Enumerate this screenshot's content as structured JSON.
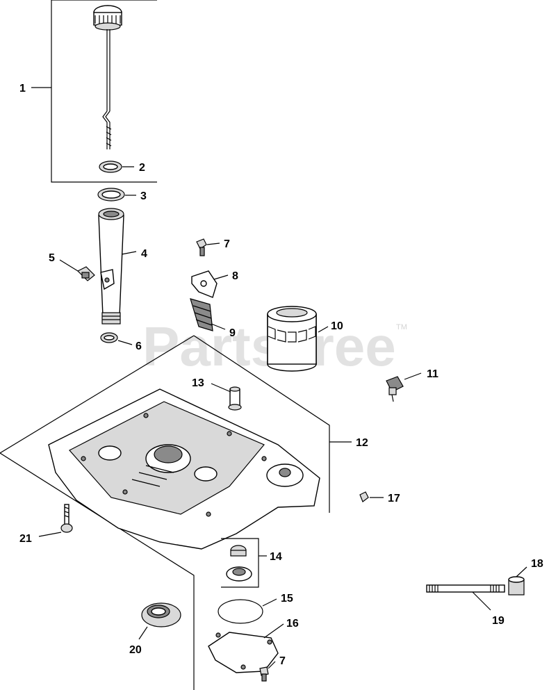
{
  "watermark": {
    "text": "PartsTree",
    "trademark": "TM"
  },
  "callouts": [
    {
      "id": "c1",
      "label": "1"
    },
    {
      "id": "c2",
      "label": "2"
    },
    {
      "id": "c3",
      "label": "3"
    },
    {
      "id": "c4",
      "label": "4"
    },
    {
      "id": "c5",
      "label": "5"
    },
    {
      "id": "c6",
      "label": "6"
    },
    {
      "id": "c7a",
      "label": "7"
    },
    {
      "id": "c8",
      "label": "8"
    },
    {
      "id": "c9",
      "label": "9"
    },
    {
      "id": "c10",
      "label": "10"
    },
    {
      "id": "c11",
      "label": "11"
    },
    {
      "id": "c12",
      "label": "12"
    },
    {
      "id": "c13",
      "label": "13"
    },
    {
      "id": "c14",
      "label": "14"
    },
    {
      "id": "c15",
      "label": "15"
    },
    {
      "id": "c16",
      "label": "16"
    },
    {
      "id": "c7b",
      "label": "7"
    },
    {
      "id": "c17",
      "label": "17"
    },
    {
      "id": "c18",
      "label": "18"
    },
    {
      "id": "c19",
      "label": "19"
    },
    {
      "id": "c20",
      "label": "20"
    },
    {
      "id": "c21",
      "label": "21"
    }
  ]
}
